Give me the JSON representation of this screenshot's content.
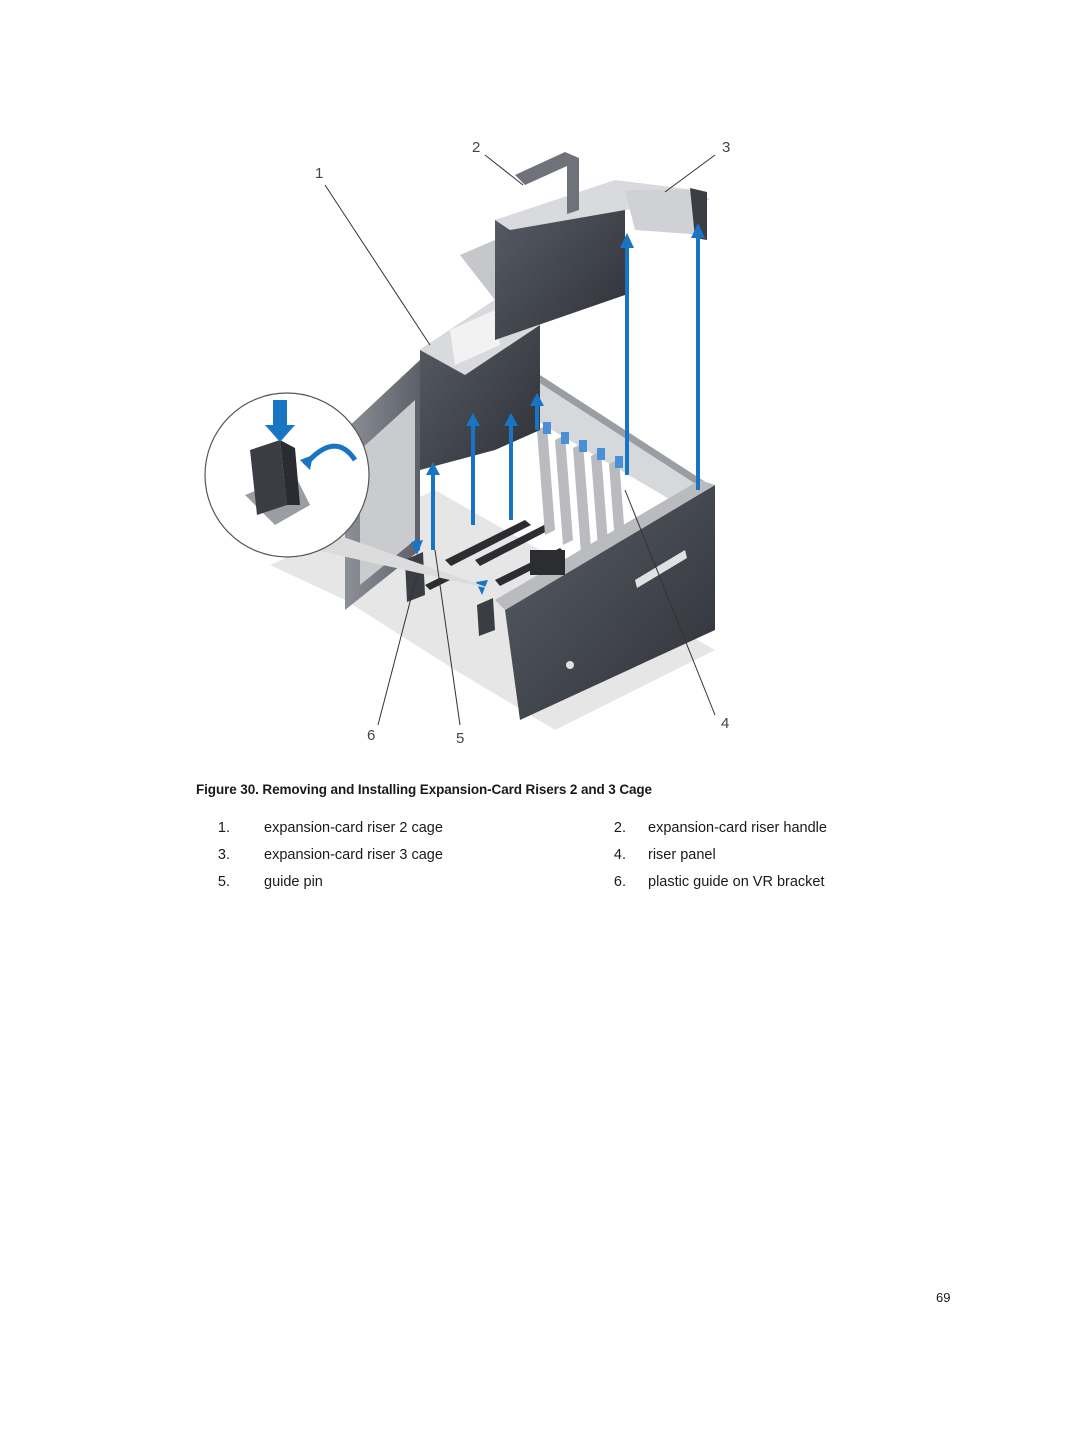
{
  "figure": {
    "callouts": [
      "1",
      "2",
      "3",
      "4",
      "5",
      "6"
    ]
  },
  "caption": "Figure 30. Removing and Installing Expansion-Card Risers 2 and 3 Cage",
  "legend": [
    {
      "num": "1.",
      "text": "expansion-card riser 2 cage"
    },
    {
      "num": "2.",
      "text": "expansion-card riser handle"
    },
    {
      "num": "3.",
      "text": "expansion-card riser 3 cage"
    },
    {
      "num": "4.",
      "text": "riser panel"
    },
    {
      "num": "5.",
      "text": "guide pin"
    },
    {
      "num": "6.",
      "text": "plastic guide on VR bracket"
    }
  ],
  "page_number": "69",
  "colors": {
    "arrow": "#1a74c4",
    "metal": "#4a4e55",
    "light": "#e8e8e8"
  }
}
